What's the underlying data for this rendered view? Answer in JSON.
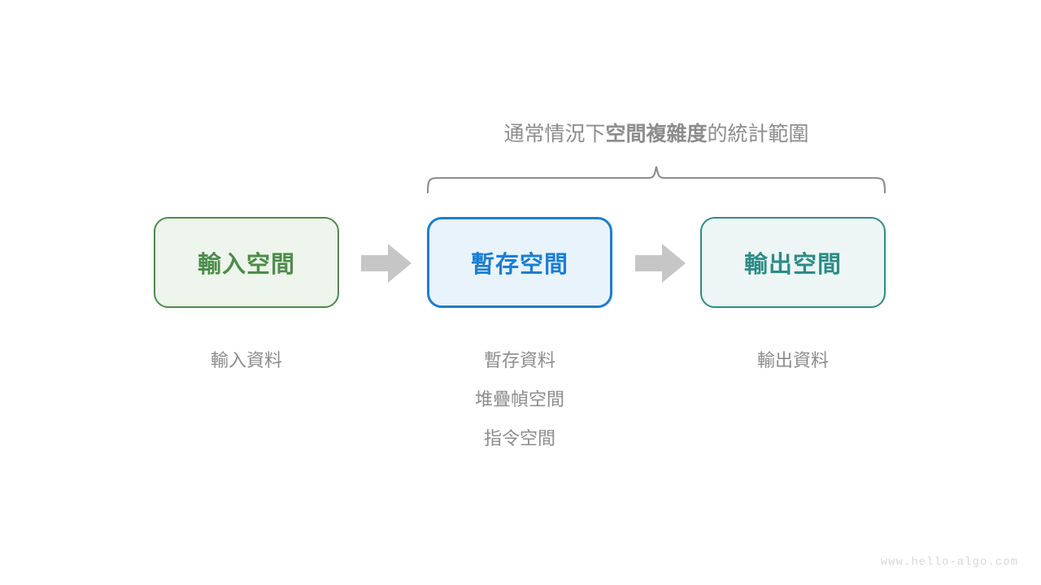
{
  "scope": {
    "caption_pre": "通常情況下",
    "caption_strong": "空間複雜度",
    "caption_post": "的統計範圍"
  },
  "boxes": [
    {
      "id": "input-space",
      "label": "輸入空間",
      "border_color": "#4d8b4a",
      "fill_color": "#eef5ec",
      "text_color": "#4d8b4a"
    },
    {
      "id": "temp-space",
      "label": "暫存空間",
      "border_color": "#1b7ed0",
      "fill_color": "#e8f3fc",
      "text_color": "#1b7ed0"
    },
    {
      "id": "output-space",
      "label": "輸出空間",
      "border_color": "#2e8b86",
      "fill_color": "#edf6f4",
      "text_color": "#2e8b86"
    }
  ],
  "captions": {
    "input": [
      "輸入資料"
    ],
    "temp": [
      "暫存資料",
      "堆疊幀空間",
      "指令空間"
    ],
    "output": [
      "輸出資料"
    ]
  },
  "arrows": {
    "color": "#c6c6c6",
    "count": 2
  },
  "brace": {
    "color": "#8c8c8c"
  },
  "watermark": "www.hello-algo.com",
  "colors": {
    "background": "#ffffff",
    "muted_text": "#8c8c8c",
    "watermark_text": "#d8d8d8"
  }
}
